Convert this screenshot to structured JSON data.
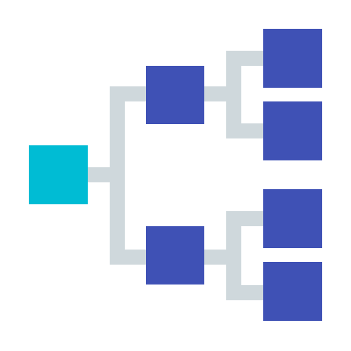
{
  "diagram": {
    "type": "tree",
    "colors": {
      "background": "#ffffff",
      "connector": "#cfd8dc",
      "root_node": "#00bcd4",
      "child_node": "#3f51b5"
    },
    "nodes": [
      {
        "id": "root",
        "role": "root"
      },
      {
        "id": "branch-top",
        "role": "branch",
        "parent": "root"
      },
      {
        "id": "branch-bottom",
        "role": "branch",
        "parent": "root"
      },
      {
        "id": "leaf-1",
        "role": "leaf",
        "parent": "branch-top"
      },
      {
        "id": "leaf-2",
        "role": "leaf",
        "parent": "branch-top"
      },
      {
        "id": "leaf-3",
        "role": "leaf",
        "parent": "branch-bottom"
      },
      {
        "id": "leaf-4",
        "role": "leaf",
        "parent": "branch-bottom"
      }
    ]
  }
}
